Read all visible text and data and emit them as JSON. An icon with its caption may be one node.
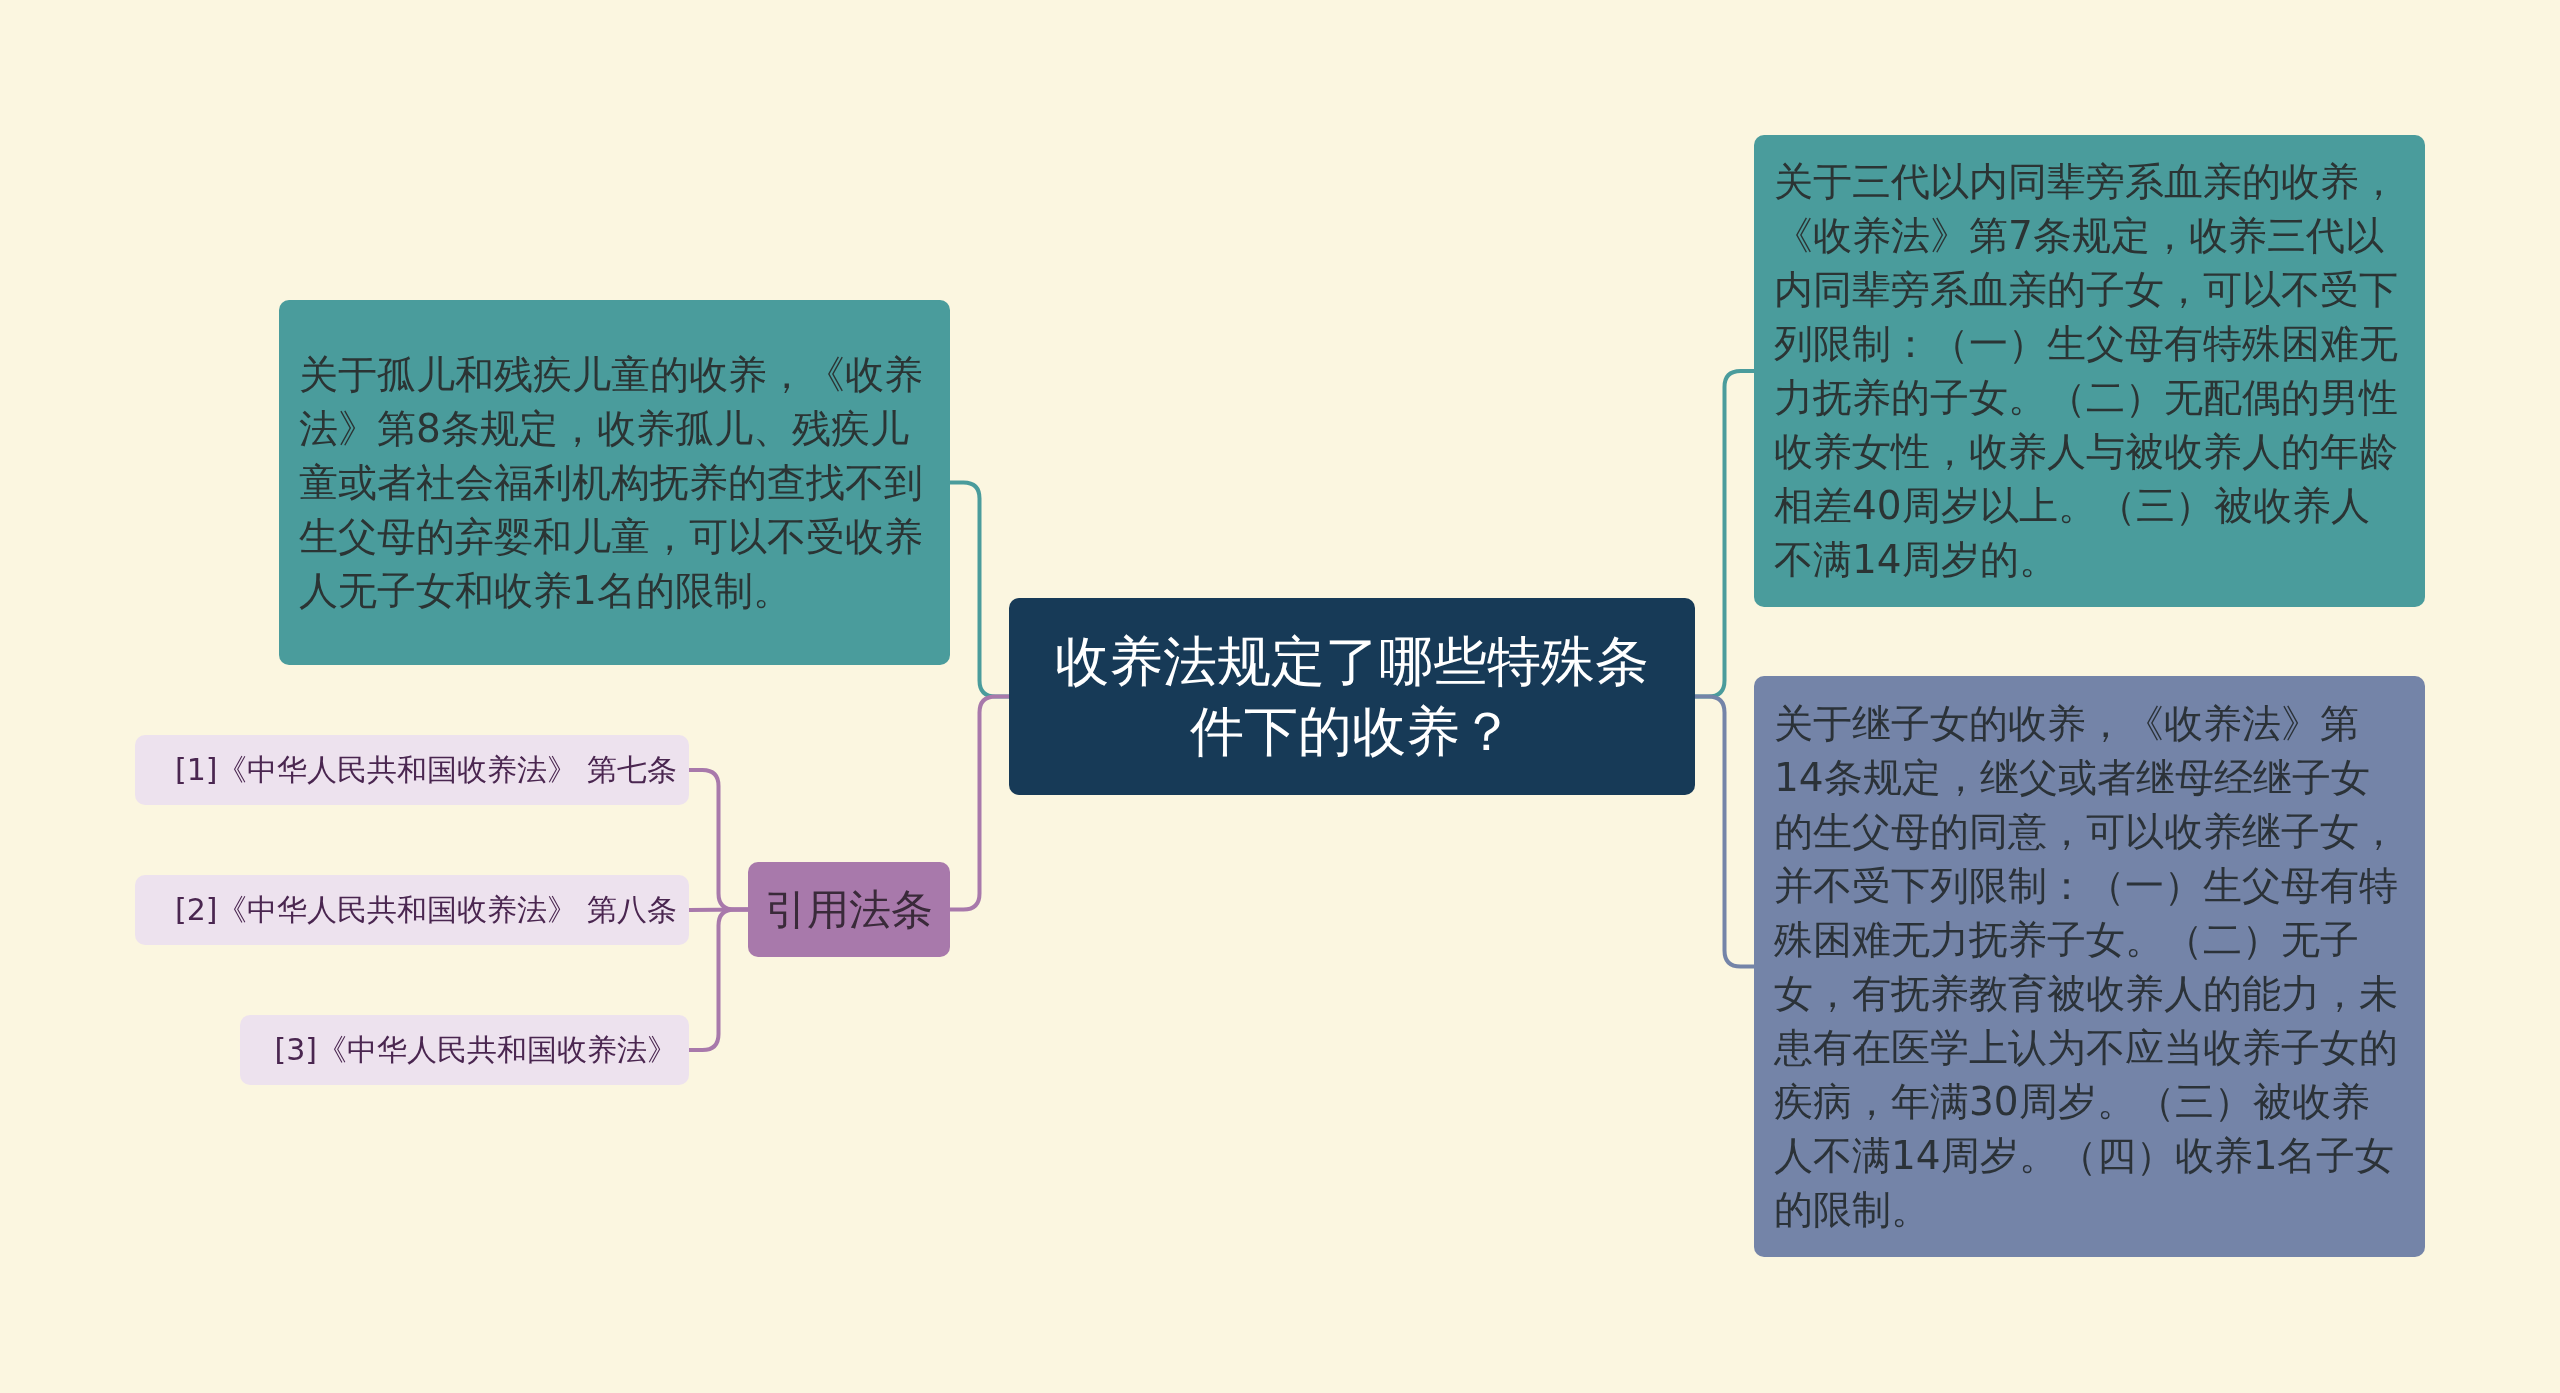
{
  "diagram": {
    "nodes": [
      {
        "text": [
          "收养法规定了哪些特殊条件下的收养？"
        ]
      },
      {
        "text": [
          "关于孤儿和残疾儿童的收养，《收养法》第8条规定，收养孤儿、残疾儿童或者社会福利机构抚养的查找不到生父母的弃婴和儿童，可以不受收养人无子女和收养1名的限制。"
        ]
      },
      {
        "text": [
          "引用法条"
        ]
      },
      {
        "text": [
          "[1]《中华人民共和国收养法》 第七条"
        ]
      },
      {
        "text": [
          "[2]《中华人民共和国收养法》 第八条"
        ]
      },
      {
        "text": [
          "[3]《中华人民共和国收养法》"
        ]
      },
      {
        "text": [
          "关于三代以内同辈旁系血亲的收养，《收养法》第7条规定，收养三代以内同辈旁系血亲的子女，可以不受下列限制：（一）生父母有特殊困难无力抚养的子女。（二）无配偶的男性收养女性，收养人与被收养人的年龄相差40周岁以上。（三）被收养人不满14周岁的。"
        ]
      },
      {
        "text": [
          "关于继子女的收养，《收养法》第14条规定，继父或者继母经继子女的生父母的同意，可以收养继子女，并不受下列限制：（一）生父母有特殊困难无力抚养子女。（二）无子女，有抚养教育被收养人的能力，未患有在医学上认为不应当收养子女的疾病，年满30周岁。（三）被收养人不满14周岁。（四）收养1名子女的限制。"
        ]
      }
    ],
    "edges": [
      {
        "from": 0,
        "to": 1,
        "arrow": "none",
        "color": "#4a9c9c"
      },
      {
        "from": 0,
        "to": 2,
        "arrow": "none"
      },
      {
        "from": 2,
        "to": 3,
        "arrow": "none"
      },
      {
        "from": 2,
        "to": 4,
        "arrow": "none"
      },
      {
        "from": 2,
        "to": 5,
        "arrow": "none"
      },
      {
        "from": 0,
        "to": 6,
        "arrow": "none",
        "color": "#4a9c9c"
      },
      {
        "from": 0,
        "to": 7,
        "arrow": "none",
        "color": "#7484a8"
      }
    ]
  }
}
